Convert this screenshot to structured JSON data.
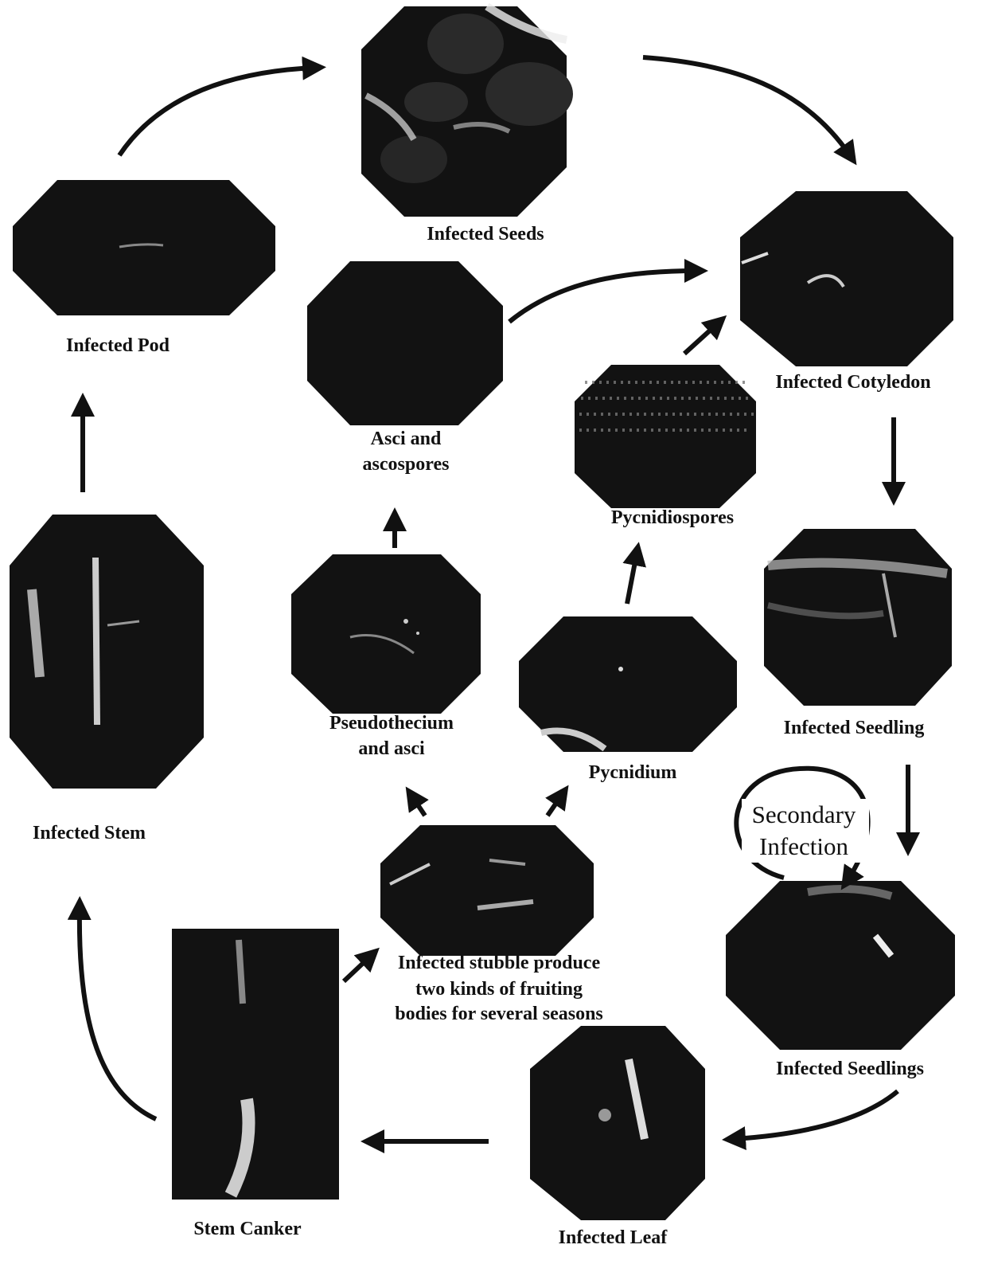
{
  "labels": {
    "infected_seeds": "Infected Seeds",
    "infected_cotyledon": "Infected Cotyledon",
    "infected_seedling": "Infected Seedling",
    "infected_seedlings": "Infected Seedlings",
    "infected_leaf": "Infected Leaf",
    "stem_canker": "Stem Canker",
    "infected_stem": "Infected Stem",
    "infected_pod": "Infected Pod",
    "asci_line1": "Asci and",
    "asci_line2": "ascospores",
    "pycnidiospores": "Pycnidiospores",
    "pseudo_line1": "Pseudothecium",
    "pseudo_line2": "and asci",
    "pycnidium": "Pycnidium",
    "stubble_line1": "Infected stubble produce",
    "stubble_line2": "two kinds of fruiting",
    "stubble_line3": "bodies for several seasons",
    "secondary_line1": "Secondary",
    "secondary_line2": "Infection"
  },
  "colors": {
    "photo": "#121212",
    "arrow": "#111111",
    "background": "#ffffff"
  }
}
